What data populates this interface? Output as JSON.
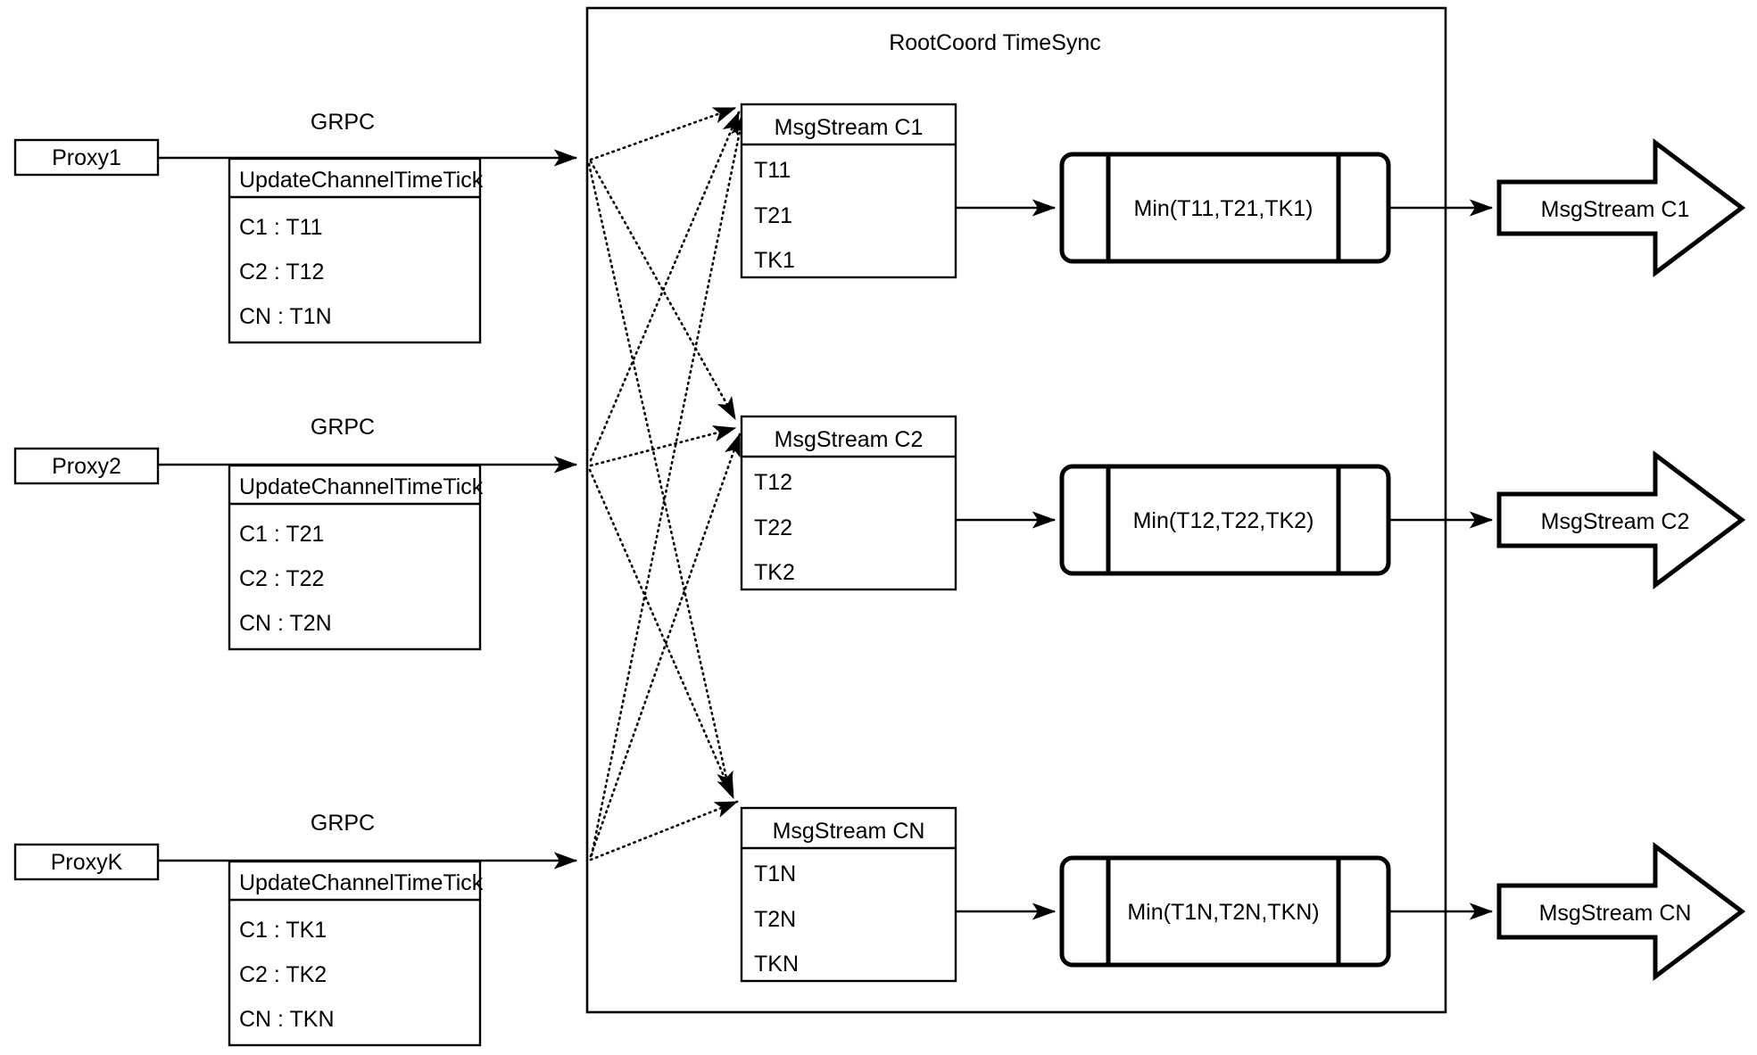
{
  "diagram": {
    "title": "RootCoord TimeSync",
    "container_label": "RootCoord TimeSync"
  },
  "proxies": [
    {
      "name": "Proxy1",
      "link_label": "GRPC",
      "message": {
        "title": "UpdateChannelTimeTick",
        "rows": [
          "C1 :  T11",
          "C2 :  T12",
          "CN : T1N"
        ]
      }
    },
    {
      "name": "Proxy2",
      "link_label": "GRPC",
      "message": {
        "title": "UpdateChannelTimeTick",
        "rows": [
          "C1 :  T21",
          "C2 :  T22",
          "CN : T2N"
        ]
      }
    },
    {
      "name": "ProxyK",
      "link_label": "GRPC",
      "message": {
        "title": "UpdateChannelTimeTick",
        "rows": [
          "C1 :  TK1",
          "C2 :  TK2",
          "CN : TKN"
        ]
      }
    }
  ],
  "channels": [
    {
      "stream_title": "MsgStream C1",
      "stream_rows": [
        "T11",
        "T21",
        "TK1"
      ],
      "min_label": "Min(T11,T21,TK1)",
      "output_label": "MsgStream C1"
    },
    {
      "stream_title": "MsgStream C2",
      "stream_rows": [
        "T12",
        "T22",
        "TK2"
      ],
      "min_label": "Min(T12,T22,TK2)",
      "output_label": "MsgStream C2"
    },
    {
      "stream_title": "MsgStream CN",
      "stream_rows": [
        "T1N",
        "T2N",
        "TKN"
      ],
      "min_label": "Min(T1N,T2N,TKN)",
      "output_label": "MsgStream CN"
    }
  ],
  "colors": {
    "stroke": "#000000",
    "fill": "#ffffff"
  }
}
